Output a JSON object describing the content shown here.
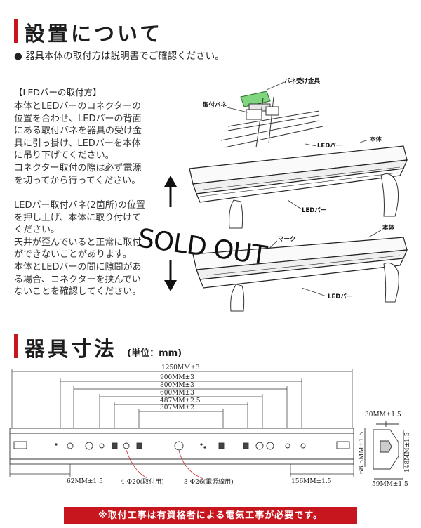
{
  "section1": {
    "title": "設置について",
    "note": "● 器具本体の取付方は説明書でご確認ください。",
    "subheading": "【LEDバーの取付方】",
    "paragraph1": [
      "本体とLEDバーのコネクターの",
      "位置を合わせ、LEDバーの背面",
      "にある取付バネを器具の受け金",
      "具に引っ掛け、LEDバーを本体",
      "に吊り下げてください。",
      "コネクター取付の際は必ず電源",
      "を切ってから行ってください。"
    ],
    "paragraph2": [
      "LEDバー取付バネ(2箇所)の位置",
      "を押し上げ、本体に取り付けて",
      "ください。",
      "天井が歪んでいると正常に取付",
      "ができないことがあります。",
      "本体とLEDバーの間に隙間があ",
      "る場合、コネクターを挟んでい",
      "ないことを確認してください。"
    ],
    "diagram_labels": {
      "spring_bracket": "バネ受け金具",
      "mount_spring": "取付バネ",
      "led_bar_top": "LEDバー",
      "body_top": "本体",
      "led_bar_mid": "LEDバー",
      "mark": "マーク",
      "body_bottom": "本体",
      "led_bar_bottom": "LEDバー"
    },
    "stamp": "SOLD OUT"
  },
  "section2": {
    "title": "器具寸法",
    "unit": "(単位：mm)",
    "dims": {
      "d1250": "1250MM±3",
      "d900": "900MM±3",
      "d800": "800MM±3",
      "d600": "600MM±3",
      "d487": "487MM±2.5",
      "d307": "307MM±2",
      "d62": "62MM±1.5",
      "holes20": "4-Φ20(取付用)",
      "holes26": "3-Φ26(電源線用)",
      "d156": "156MM±1.5",
      "d68": "68.5MM±1.5",
      "d30": "30MM±1.5",
      "d148": "148MM±1.5",
      "d59": "59MM±1.5"
    }
  },
  "footer": "※取付工事は有資格者による電気工事が必要です。"
}
